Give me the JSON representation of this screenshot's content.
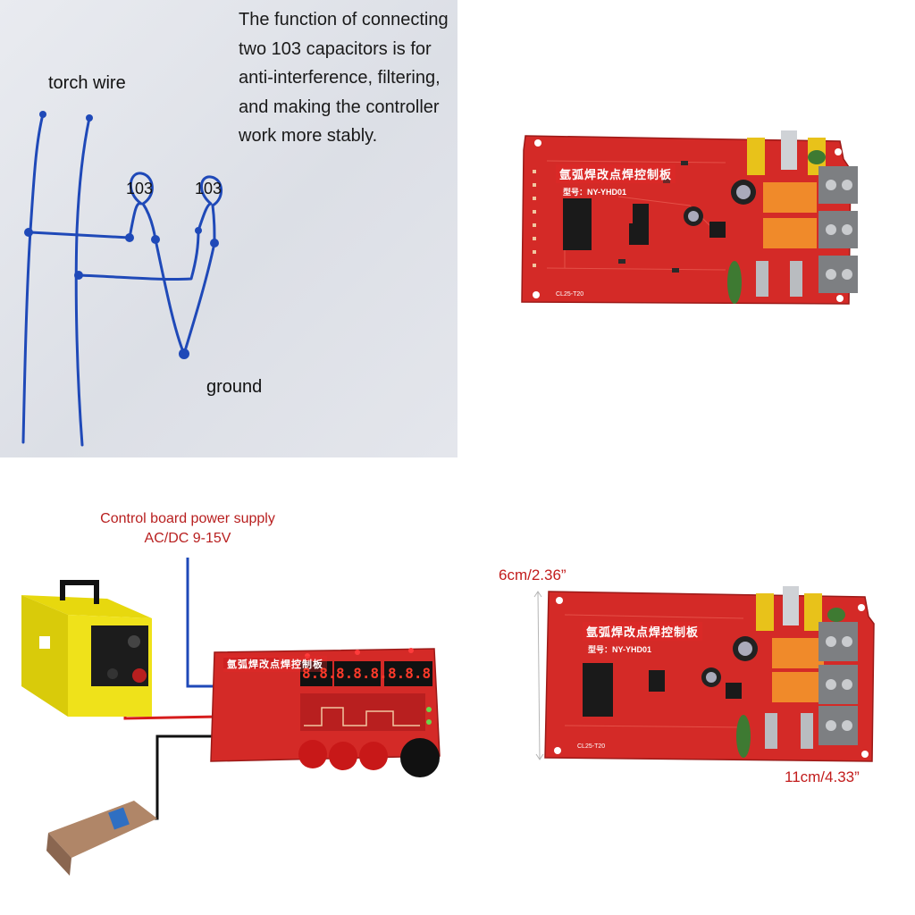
{
  "sketch": {
    "note_lines": [
      "The function of connecting",
      "two 103 capacitors is for",
      "anti-interference, filtering,",
      "and making the controller",
      "work more stably."
    ],
    "torch_label": "torch wire",
    "capacitor_label_1": "103",
    "capacitor_label_2": "103",
    "ground_label": "ground"
  },
  "board_top": {
    "title": "氩弧焊改点焊控制板",
    "model": "型号：NY-YHD01",
    "code": "CL25-T20"
  },
  "wiring": {
    "power_line_1": "Control board power supply",
    "power_line_2": "AC/DC 9-15V",
    "panel_title": "氩弧焊改点焊控制板",
    "digits_1": "8.8.",
    "digits_2": "8.8.8.",
    "digits_3": "8.8.8"
  },
  "dims": {
    "height_label": "6cm/2.36”",
    "width_label": "11cm/4.33”",
    "board_title": "氩弧焊改点焊控制板",
    "board_model": "型号：NY-YHD01",
    "code": "CL25-T20"
  },
  "colors": {
    "pcb_red": "#d42a27",
    "wire_blue": "#1f49b8",
    "relay_orange": "#f08a2a",
    "capacitor_yellow": "#e8c21a",
    "dimension_red": "#c21c1c"
  }
}
